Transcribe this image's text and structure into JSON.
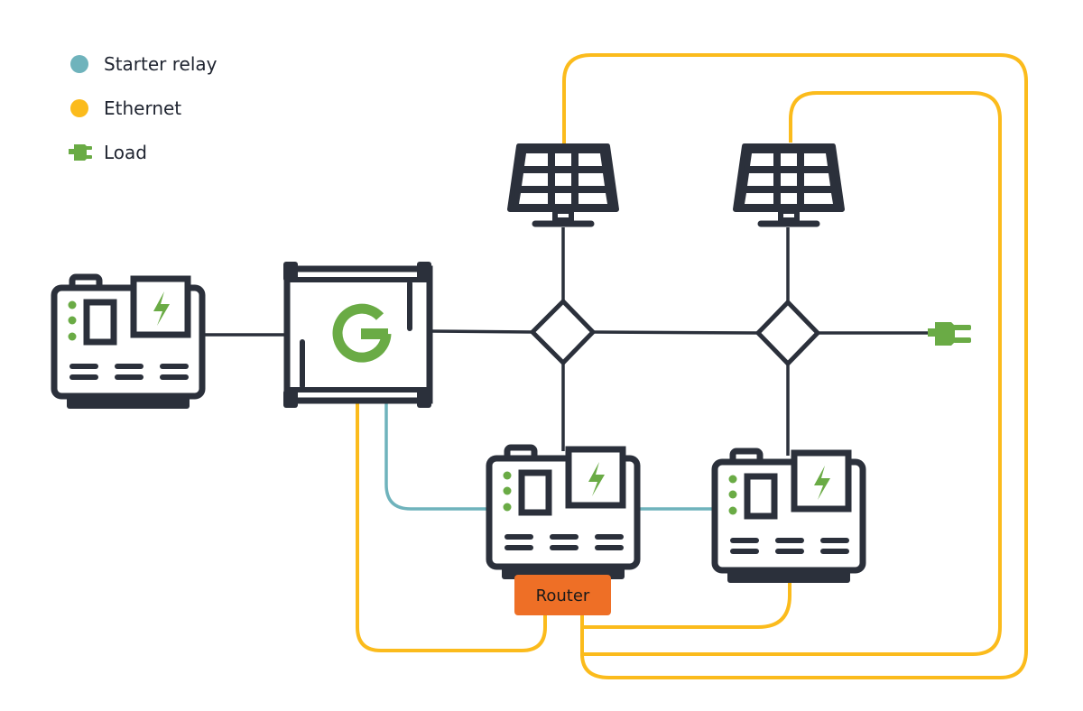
{
  "colors": {
    "outline": "#2b303b",
    "starter_relay": "#6fb3bc",
    "ethernet": "#fbbb1c",
    "load": "#6aab45",
    "router": "#ee6f26",
    "background": "#ffffff"
  },
  "legend": {
    "items": [
      {
        "label": "Starter relay",
        "icon": "teal-dot-icon"
      },
      {
        "label": "Ethernet",
        "icon": "yellow-dot-icon"
      },
      {
        "label": "Load",
        "icon": "plug-icon"
      }
    ]
  },
  "nodes": {
    "generator_main": {
      "type": "generator"
    },
    "controller": {
      "type": "controller",
      "logo": "G"
    },
    "solar_panel_1": {
      "type": "solar-panel"
    },
    "solar_panel_2": {
      "type": "solar-panel"
    },
    "junction_1": {
      "type": "junction"
    },
    "junction_2": {
      "type": "junction"
    },
    "generator_2": {
      "type": "generator"
    },
    "generator_3": {
      "type": "generator"
    },
    "router": {
      "type": "router",
      "label": "Router"
    },
    "load": {
      "type": "load"
    }
  }
}
